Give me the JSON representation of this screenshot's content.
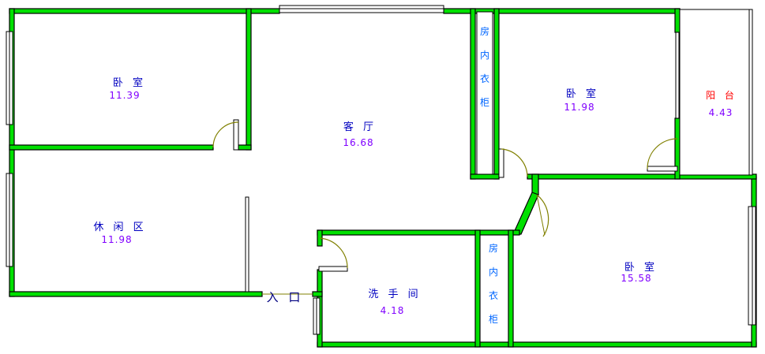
{
  "colors": {
    "wall": "#00e000",
    "room_label": "#0000c0",
    "area_value": "#8000ff",
    "balcony_label": "#ff0000",
    "closet_label": "#0066ff",
    "entrance_label": "#000080"
  },
  "rooms": {
    "bedroom_top_left": {
      "name": "卧 室",
      "area": "11.39"
    },
    "living_room": {
      "name": "客 厅",
      "area": "16.68"
    },
    "bedroom_top_right": {
      "name": "卧 室",
      "area": "11.98"
    },
    "balcony": {
      "name": "阳 台",
      "area": "4.43"
    },
    "leisure_area": {
      "name": "休 闲 区",
      "area": "11.98"
    },
    "bathroom": {
      "name": "洗 手 间",
      "area": "4.18"
    },
    "bedroom_bottom_right": {
      "name": "卧 室",
      "area": "15.58"
    }
  },
  "closets": {
    "upper": [
      "房",
      "内",
      "衣",
      "柜"
    ],
    "lower": [
      "房",
      "内",
      "衣",
      "柜"
    ]
  },
  "entrance": {
    "label": "入 口"
  }
}
